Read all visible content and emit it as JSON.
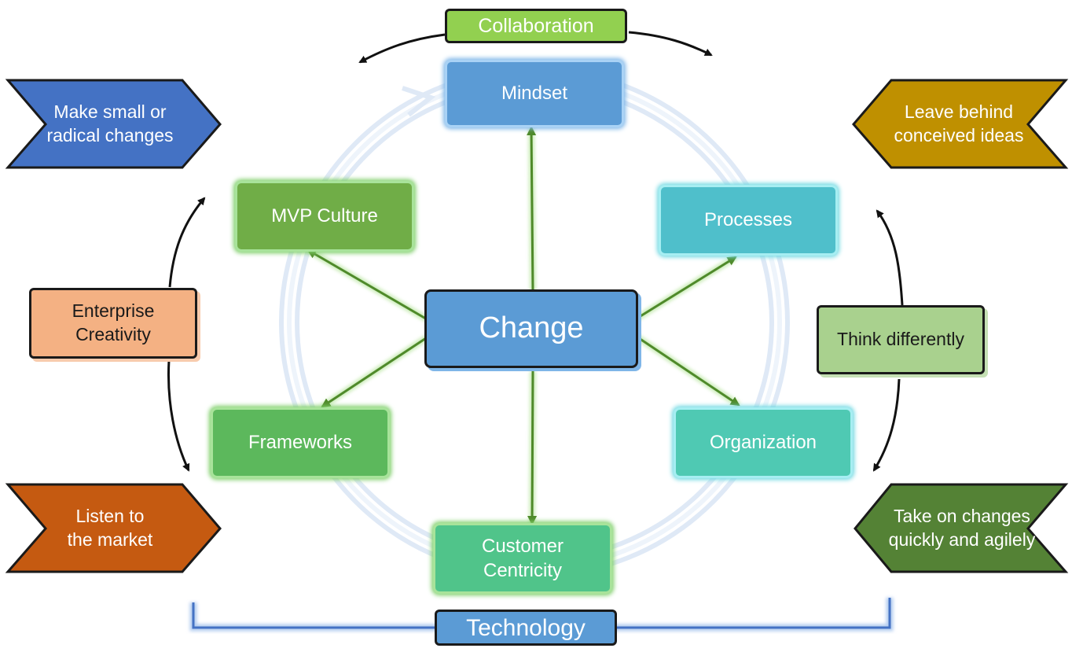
{
  "center": {
    "label": "Change"
  },
  "nodes": {
    "mindset": "Mindset",
    "processes": "Processes",
    "organization": "Organization",
    "customer_centricity": "Customer\nCentricity",
    "frameworks": "Frameworks",
    "mvp_culture": "MVP Culture"
  },
  "top_banner": "Collaboration",
  "bottom_banner": "Technology",
  "left": {
    "top_chevron": "Make small or\nradical changes",
    "middle_box": "Enterprise\nCreativity",
    "bottom_chevron": "Listen to\nthe market"
  },
  "right": {
    "top_chevron": "Leave behind\nconceived ideas",
    "middle_box": "Think differently",
    "bottom_chevron": "Take on changes\nquickly and agilely"
  },
  "colors": {
    "blue": "#5b9bd5",
    "teal": "#4fc4cf",
    "green": "#5cb85c",
    "olive": "#70ad47",
    "collab_green": "#92d050",
    "chevron_blue": "#4472c4",
    "chevron_gold": "#bf9000",
    "chevron_orange": "#c55a11",
    "chevron_darkgreen": "#548235",
    "salmon": "#f4b183",
    "sage": "#a9d18e"
  }
}
